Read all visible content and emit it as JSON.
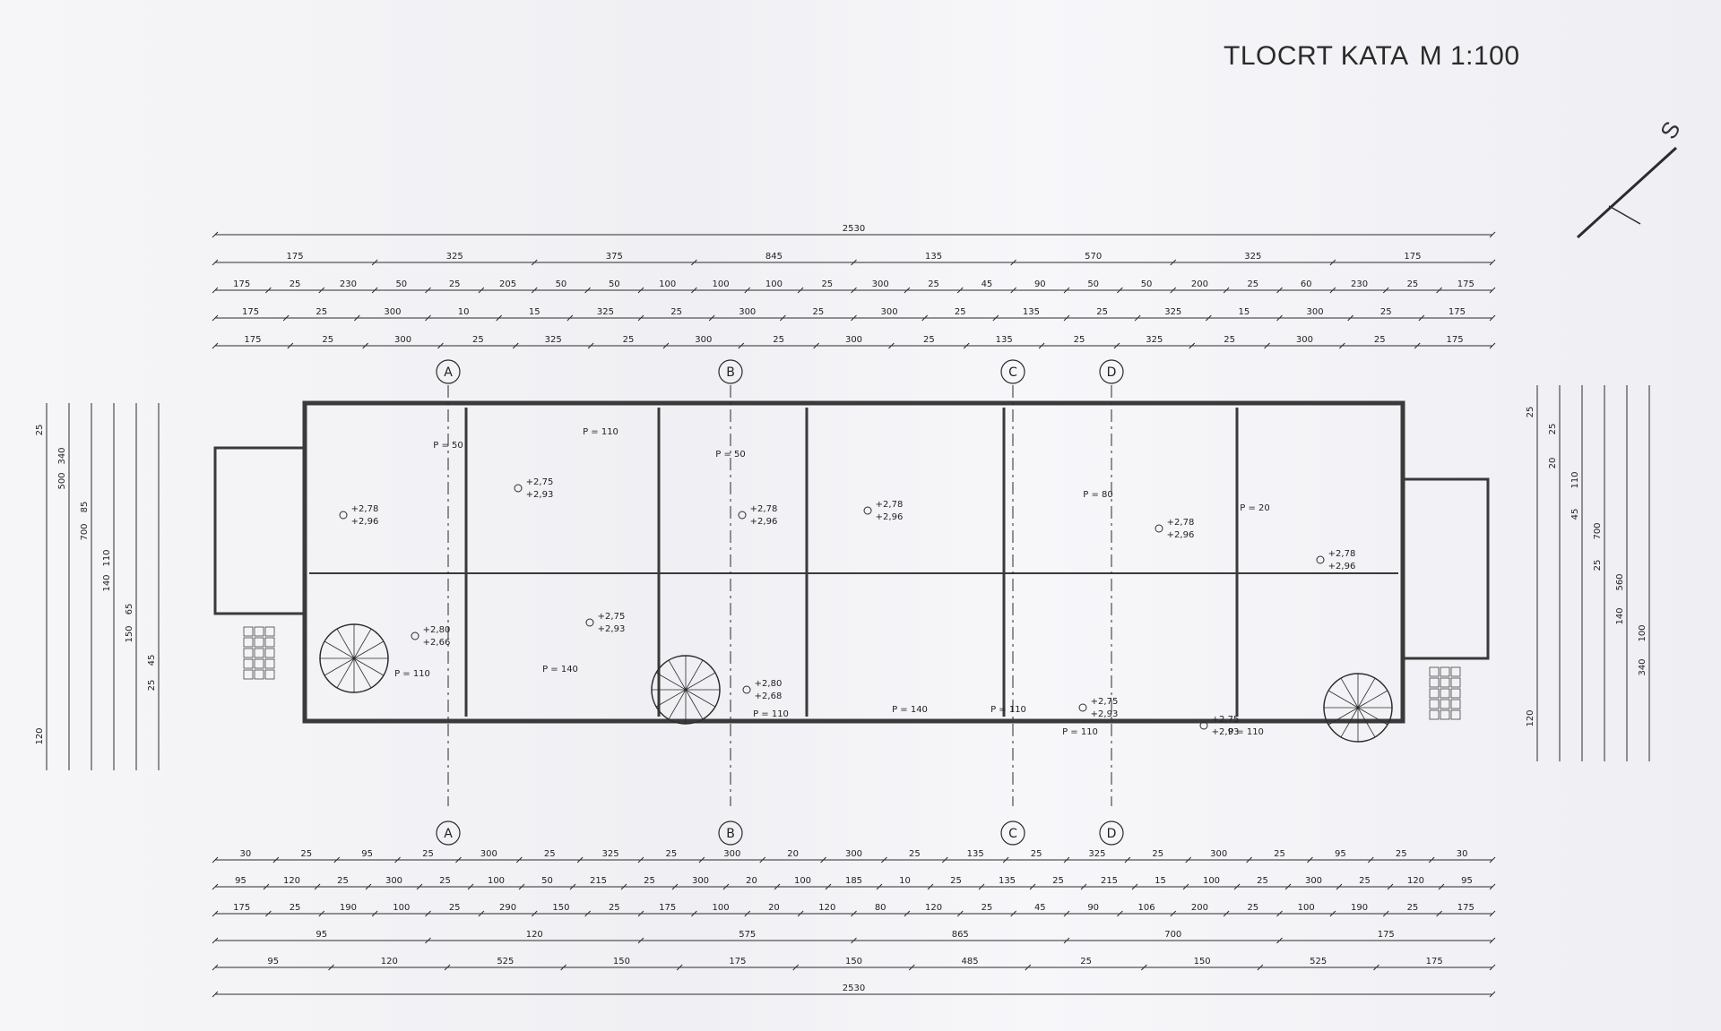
{
  "title": "TLOCRT KATA",
  "scale": "M 1:100",
  "north_mark": "S",
  "colors": {
    "line": "#2b2b2b",
    "wall": "#3a3a3a",
    "paper": "#f4f4f6"
  },
  "axes": [
    "A",
    "B",
    "C",
    "D"
  ],
  "dims_top": [
    [
      "2530"
    ],
    [
      "175",
      "325",
      "375",
      "845",
      "135",
      "570",
      "325",
      "175"
    ],
    [
      "175",
      "25",
      "230",
      "50",
      "25",
      "205",
      "50",
      "50",
      "100",
      "100",
      "100",
      "25",
      "300",
      "25",
      "45",
      "90",
      "50",
      "50",
      "200",
      "25",
      "60",
      "230",
      "25",
      "175"
    ],
    [
      "175",
      "25",
      "300",
      "10",
      "15",
      "325",
      "25",
      "300",
      "25",
      "300",
      "25",
      "135",
      "25",
      "325",
      "15",
      "300",
      "25",
      "175"
    ],
    [
      "175",
      "25",
      "300",
      "25",
      "325",
      "25",
      "300",
      "25",
      "300",
      "25",
      "135",
      "25",
      "325",
      "25",
      "300",
      "25",
      "175"
    ]
  ],
  "dims_bottom": [
    [
      "30",
      "25",
      "95",
      "25",
      "300",
      "25",
      "325",
      "25",
      "300",
      "20",
      "300",
      "25",
      "135",
      "25",
      "325",
      "25",
      "300",
      "25",
      "95",
      "25",
      "30"
    ],
    [
      "95",
      "120",
      "25",
      "300",
      "25",
      "100",
      "50",
      "215",
      "25",
      "300",
      "20",
      "100",
      "185",
      "10",
      "25",
      "135",
      "25",
      "215",
      "15",
      "100",
      "25",
      "300",
      "25",
      "120",
      "95"
    ],
    [
      "175",
      "25",
      "190",
      "100",
      "25",
      "290",
      "150",
      "25",
      "175",
      "100",
      "20",
      "120",
      "80",
      "120",
      "25",
      "45",
      "90",
      "106",
      "200",
      "25",
      "100",
      "190",
      "25",
      "175"
    ],
    [
      "95",
      "120",
      "575",
      "865",
      "700",
      "175"
    ],
    [
      "95",
      "120",
      "525",
      "150",
      "175",
      "150",
      "485",
      "25",
      "150",
      "525",
      "175"
    ],
    [
      "2530"
    ]
  ],
  "dims_left": [
    "25",
    "500",
    "700",
    "140",
    "150",
    "25",
    "120",
    "340",
    "85",
    "110",
    "65",
    "45"
  ],
  "dims_right": [
    "25",
    "20",
    "45",
    "25",
    "140",
    "340",
    "120",
    "25",
    "110",
    "700",
    "560",
    "100"
  ],
  "elevations": [
    {
      "top": "+2,78",
      "bottom": "+2,96"
    },
    {
      "top": "+2,75",
      "bottom": "+2,93"
    },
    {
      "top": "+2,78",
      "bottom": "+2,96"
    },
    {
      "top": "+2,78",
      "bottom": "+2,96"
    },
    {
      "top": "+2,78",
      "bottom": "+2,96"
    },
    {
      "top": "+2,78",
      "bottom": "+2,96"
    },
    {
      "top": "+2,80",
      "bottom": "+2,66"
    },
    {
      "top": "+2,75",
      "bottom": "+2,93"
    },
    {
      "top": "+2,80",
      "bottom": "+2,68"
    },
    {
      "top": "+2,75",
      "bottom": "+2,93"
    },
    {
      "top": "+2,75",
      "bottom": "+2,93"
    }
  ],
  "floor_marks": [
    "P = 50",
    "P = 110",
    "P = 50",
    "P = 110",
    "P = 80",
    "P = 20",
    "P = 110",
    "P = 140",
    "P = 140",
    "P = 110",
    "P = 110",
    "P = 110"
  ]
}
